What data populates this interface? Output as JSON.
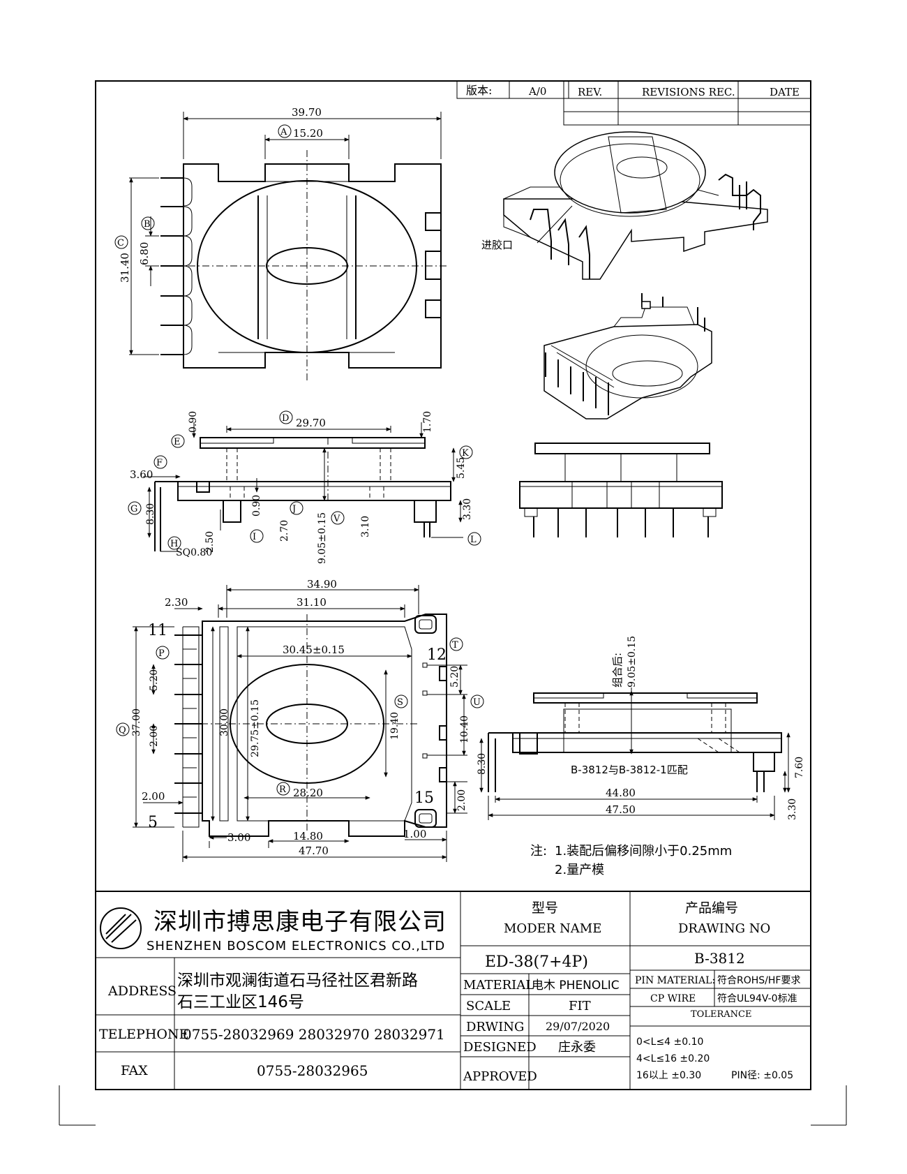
{
  "revision_block": {
    "version_label": "版本:",
    "version_value": "A/0",
    "rev_header": "REV.",
    "revisions_header": "REVISIONS REC.",
    "date_header": "DATE"
  },
  "top_view": {
    "dim_width": "39.70",
    "dim_a": "15.20",
    "dim_b": "6.80",
    "dim_c": "31.40",
    "tag_a": "A",
    "tag_b": "B",
    "tag_c": "C"
  },
  "iso_view": {
    "gate_label": "进胶口"
  },
  "side_view": {
    "dim_d": "29.70",
    "dim_e": "0.90",
    "dim_k_top": "1.70",
    "dim_k": "5.45",
    "dim_f": "3.60",
    "dim_g": "8.30",
    "dim_pin": "2.50",
    "dim_i": "0.90",
    "dim_j": "2.70",
    "dim_v": "9.05±0.15",
    "dim_l_small": "3.10",
    "dim_l": "3.30",
    "dim_h": "SQ0.80",
    "tag_d": "D",
    "tag_e": "E",
    "tag_f": "F",
    "tag_g": "G",
    "tag_h": "H",
    "tag_i": "I",
    "tag_j": "J",
    "tag_k": "K",
    "tag_l": "L",
    "tag_v": "V"
  },
  "bottom_view": {
    "dim_outer": "34.90",
    "dim_inner": "31.10",
    "dim_pitch_left": "2.30",
    "dim_center": "30.45±0.15",
    "dim_vert": "29.75±0.15",
    "dim_r": "28.20",
    "dim_s": "19.40",
    "dim_t": "5.20",
    "dim_u": "10.40",
    "dim_right_pin": "2.00",
    "dim_left_q": "37.00",
    "dim_left_520": "5.20",
    "dim_left_200": "2.00",
    "dim_left_200b": "2.00",
    "dim_30": "30.00",
    "dim_bottom_300": "3.00",
    "dim_bottom_1480": "14.80",
    "dim_bottom_100": "1.00",
    "dim_bottom_total": "47.70",
    "pin_11": "11",
    "pin_12": "12",
    "pin_5": "5",
    "pin_15": "15",
    "tag_p": "P",
    "tag_q": "Q",
    "tag_r": "R",
    "tag_s": "S",
    "tag_t": "T",
    "tag_u": "U"
  },
  "assembly_view": {
    "assembled_label": "组合后:",
    "assembled_dim": "9.05±0.15",
    "match_label": "B-3812与B-3812-1匹配",
    "dim_830": "8.30",
    "dim_760": "7.60",
    "dim_4480": "44.80",
    "dim_4750": "47.50",
    "dim_330": "3.30"
  },
  "notes": {
    "prefix": "注:",
    "note1": "1.装配后偏移间隙小于0.25mm",
    "note2": "2.量产模"
  },
  "title_block": {
    "company_cn": "深圳市搏思康电子有限公司",
    "company_en": "SHENZHEN BOSCOM ELECTRONICS CO.,LTD",
    "address_label": "ADDRESS",
    "address_line1": "深圳市观澜街道石马径社区君新路",
    "address_line2": "石三工业区146号",
    "telephone_label": "TELEPHONE",
    "telephone_value": "0755-28032969 28032970 28032971",
    "fax_label": "FAX",
    "fax_value": "0755-28032965",
    "model_cn": "型号",
    "model_en": "MODER NAME",
    "model_value": "ED-38(7+4P)",
    "drawing_cn": "产品编号",
    "drawing_en": "DRAWING NO",
    "drawing_value": "B-3812",
    "material_label": "MATERIAL",
    "material_value": "电木 PHENOLIC",
    "scale_label": "SCALE",
    "scale_value": "FIT",
    "drawing_label": "DRWING",
    "drawing_date": "29/07/2020",
    "designed_label": "DESIGNED",
    "designed_value": "庄永委",
    "approved_label": "APPROVED",
    "approved_value": "",
    "pin_material_label": "PIN MATERIAL:",
    "pin_material_value": "CP WIRE",
    "rohs_value": "符合ROHS/HF要求",
    "ul_value": "符合UL94V-0标准",
    "tolerance_label": "TOLERANCE",
    "tol_1": "0<L≤4  ±0.10",
    "tol_2": "4<L≤16  ±0.20",
    "tol_3": "16以上     ±0.30",
    "tol_pin": "PIN径: ±0.05"
  }
}
